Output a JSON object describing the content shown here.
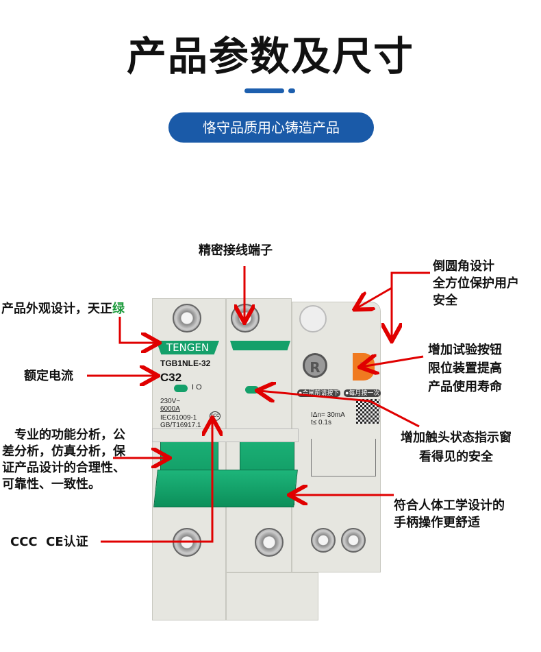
{
  "header": {
    "title": "产品参数及尺寸",
    "subtitle": "恪守品质用心铸造产品"
  },
  "product": {
    "brand": "TENGEN",
    "model": "TGB1NLE-32",
    "rating": "C32",
    "on_off": "I O",
    "voltage": "230V~",
    "breaking": "6000A",
    "std1": "IEC61009-1",
    "std2": "GB/T16917.1",
    "cert_mark": "CCC",
    "reset_button": "R",
    "test_button": "T",
    "tag1": "●合闸前请按下",
    "tag2": "●每月按一次",
    "residual": "IΔn= 30mA",
    "time": "t≤ 0.1s"
  },
  "annotations": {
    "terminal": "精密接线端子",
    "rounded": [
      "倒圆角设计",
      "全方位保护用户",
      "安全"
    ],
    "appearance_prefix": "产品外观设计，天正",
    "appearance_green": "绿",
    "rated_current": "额定电流",
    "analysis": [
      "　专业的功能分析，公",
      "差分析，仿真分析，保",
      "证产品设计的合理性、",
      "可靠性、一致性。"
    ],
    "cert": "CCC  CE认证",
    "test_button": [
      "增加试验按钮",
      "限位装置提高",
      "产品使用寿命"
    ],
    "indicator": [
      "增加触头状态指示窗",
      "看得见的安全"
    ],
    "ergonomic": [
      "符合人体工学设计的",
      "手柄操作更舒适"
    ]
  },
  "colors": {
    "accent": "#1a5aa8",
    "arrow": "#e00000",
    "brand_green": "#14a06a"
  }
}
